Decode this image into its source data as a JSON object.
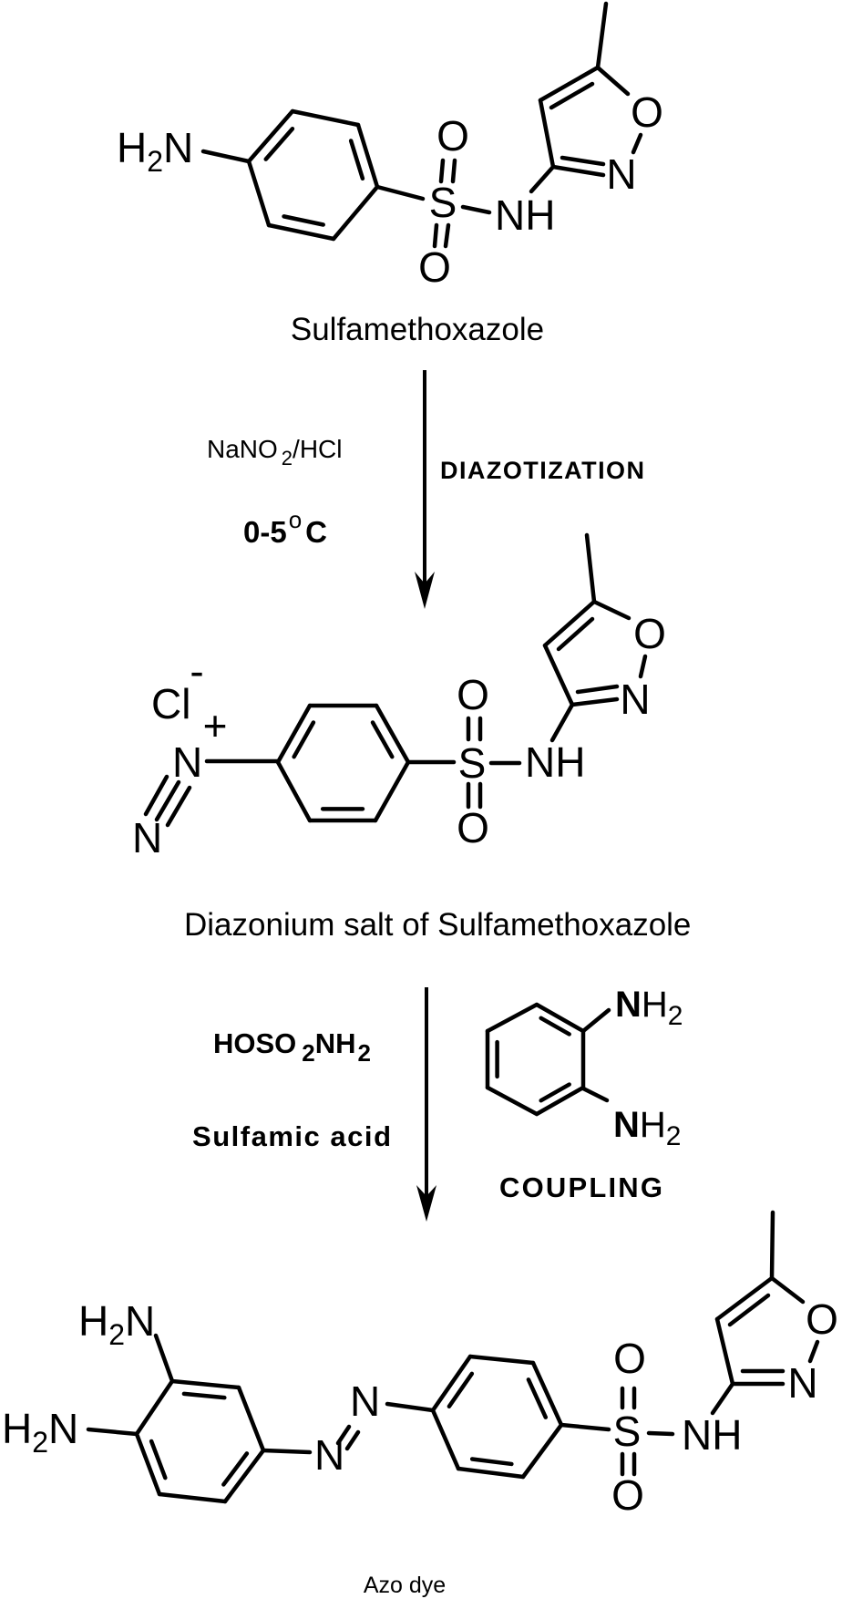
{
  "colors": {
    "ink": "#000000",
    "background": "#ffffff"
  },
  "m1": {
    "caption": "Sulfamethoxazole",
    "amine": [
      "H",
      "2",
      "N"
    ],
    "sulfur": "S",
    "oxygen_top": "O",
    "oxygen_bottom": "O",
    "nh": "NH",
    "ring_o": "O",
    "ring_n": "N"
  },
  "step1": {
    "reagent": [
      "NaNO",
      "2",
      "/HCl"
    ],
    "temperature": [
      "0-5",
      "o",
      "C"
    ],
    "label": "DIAZOTIZATION"
  },
  "m2": {
    "caption": "Diazonium salt of Sulfamethoxazole",
    "counterion": "Cl",
    "counterion_charge": "-",
    "n_plus": "N",
    "charge": "+",
    "n_terminal": "N",
    "sulfur": "S",
    "oxygen_top": "O",
    "oxygen_bottom": "O",
    "nh": "NH",
    "ring_o": "O",
    "ring_n": "N"
  },
  "step2": {
    "reagent_formula": [
      "HOSO",
      "2",
      "NH",
      "2"
    ],
    "reagent_name": "Sulfamic acid",
    "label": "COUPLING",
    "coupler_amine_top": [
      "N",
      "H",
      "2"
    ],
    "coupler_amine_bottom": [
      "N",
      "H",
      "2"
    ]
  },
  "m3": {
    "caption": "Azo dye",
    "amine_top": [
      "H",
      "2",
      "N"
    ],
    "amine_bottom": [
      "H",
      "2",
      "N"
    ],
    "azo_n1": "N",
    "azo_n2": "N",
    "sulfur": "S",
    "oxygen_top": "O",
    "oxygen_bottom": "O",
    "nh": "NH",
    "ring_o": "O",
    "ring_n": "N"
  }
}
